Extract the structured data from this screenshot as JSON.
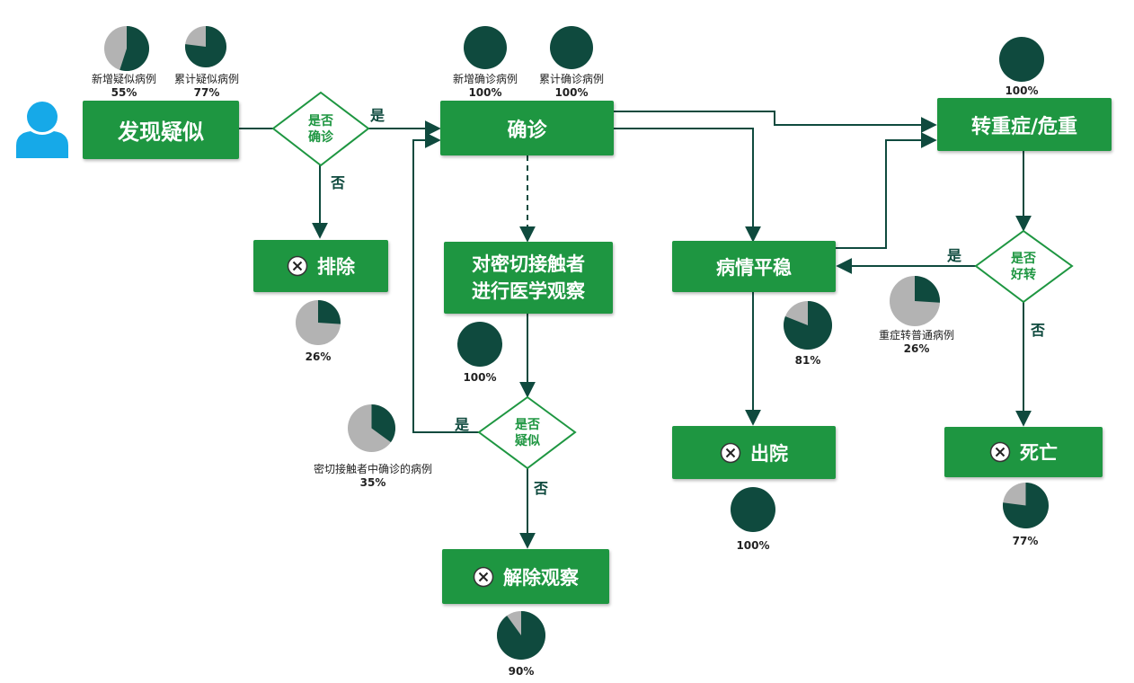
{
  "nodes": {
    "suspected": "发现疑似",
    "confirmed": "确诊",
    "severe": "转重症/危重",
    "excluded": "排除",
    "observation": "对密切接触者进行医学观察",
    "observation_line1": "对密切接触者",
    "observation_line2": "进行医学观察",
    "stable": "病情平稳",
    "discharged": "出院",
    "death": "死亡",
    "release": "解除观察"
  },
  "decisions": {
    "is_confirmed_l1": "是否",
    "is_confirmed_l2": "确诊",
    "is_suspected_l1": "是否",
    "is_suspected_l2": "疑似",
    "is_improved_l1": "是否",
    "is_improved_l2": "好转"
  },
  "edge_labels": {
    "yes": "是",
    "no": "否"
  },
  "pies": [
    {
      "id": "new-suspected",
      "label": "新增疑似病例",
      "percent_text": "55%",
      "value": 55
    },
    {
      "id": "cum-suspected",
      "label": "累计疑似病例",
      "percent_text": "77%",
      "value": 77
    },
    {
      "id": "new-confirmed",
      "label": "新增确诊病例",
      "percent_text": "100%",
      "value": 100
    },
    {
      "id": "cum-confirmed",
      "label": "累计确诊病例",
      "percent_text": "100%",
      "value": 100
    },
    {
      "id": "severe",
      "label": "",
      "percent_text": "100%",
      "value": 100
    },
    {
      "id": "excluded",
      "label": "",
      "percent_text": "26%",
      "value": 26
    },
    {
      "id": "observation",
      "label": "",
      "percent_text": "100%",
      "value": 100
    },
    {
      "id": "contacts-confirmed",
      "label": "密切接触者中确诊的病例",
      "percent_text": "35%",
      "value": 35
    },
    {
      "id": "stable",
      "label": "",
      "percent_text": "81%",
      "value": 81
    },
    {
      "id": "severe-to-normal",
      "label": "重症转普通病例",
      "percent_text": "26%",
      "value": 26
    },
    {
      "id": "discharged",
      "label": "",
      "percent_text": "100%",
      "value": 100
    },
    {
      "id": "death",
      "label": "",
      "percent_text": "77%",
      "value": 77
    },
    {
      "id": "release",
      "label": "",
      "percent_text": "90%",
      "value": 90
    }
  ],
  "colors": {
    "box_green": "#1e9641",
    "dark_teal": "#0f4a3e",
    "pie_gray": "#b3b3b3",
    "person_blue": "#16a9e8"
  }
}
